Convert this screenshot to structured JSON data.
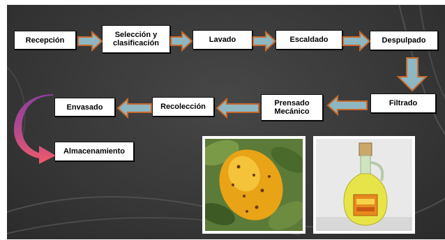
{
  "diagram": {
    "steps": [
      {
        "id": "recepcion",
        "label": "Recepción"
      },
      {
        "id": "seleccion",
        "label": "Selección y\nclasificación"
      },
      {
        "id": "lavado",
        "label": "Lavado"
      },
      {
        "id": "escaldado",
        "label": "Escaldado"
      },
      {
        "id": "despulpado",
        "label": "Despulpado"
      },
      {
        "id": "filtrado",
        "label": "Filtrado"
      },
      {
        "id": "prensado",
        "label": "Prensado\nMecánico"
      },
      {
        "id": "recoleccion",
        "label": "Recolección"
      },
      {
        "id": "envasado",
        "label": "Envasado"
      },
      {
        "id": "almacenamiento",
        "label": "Almacenamiento"
      }
    ],
    "colors": {
      "arrow_fill": "#8fb7c2",
      "arrow_stroke": "#c8692a",
      "curved_arrow_top": "#8e3fa0",
      "curved_arrow_bottom": "#ef5b6a",
      "background": "#3a3a3a"
    },
    "photos": [
      {
        "name": "yellow-fruit-photo"
      },
      {
        "name": "oil-bottle-photo"
      }
    ]
  }
}
